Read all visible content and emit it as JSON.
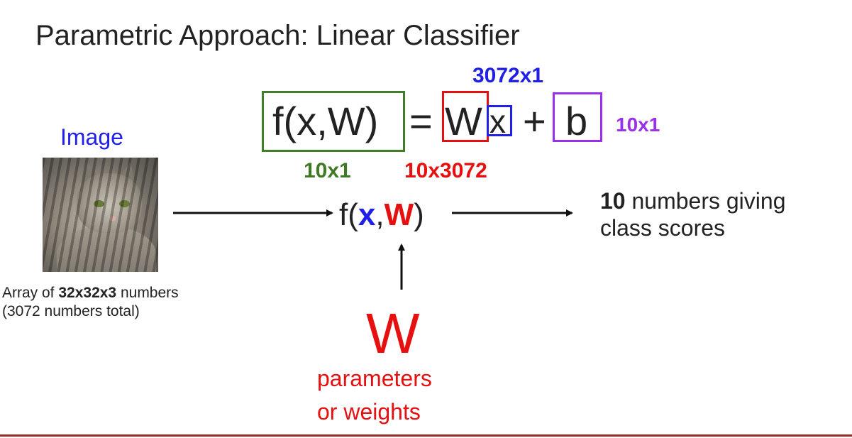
{
  "title": "Parametric Approach: Linear Classifier",
  "image_label": "Image",
  "equation": {
    "lhs": "f(x,W)",
    "equals": "=",
    "W": "W",
    "x": "x",
    "plus": "+",
    "b": "b",
    "dim_x": "3072x1",
    "dim_b": "10x1",
    "dim_f": "10x1",
    "dim_W": "10x3072"
  },
  "function": {
    "open": "f(",
    "x": "x",
    "comma": ",",
    "W": "W",
    "close": ")"
  },
  "caption": {
    "pre": "Array of ",
    "bold": "32x32x3",
    "post": " numbers",
    "line2": "(3072 numbers total)"
  },
  "output": {
    "bold": "10",
    "rest": " numbers giving",
    "line2": "class scores"
  },
  "weights": {
    "symbol": "W",
    "line1": "parameters",
    "line2": "or weights"
  },
  "colors": {
    "blue": "#1f1fe6",
    "red": "#e61010",
    "green": "#3d7a23",
    "purple": "#9a30ea",
    "box_green": "#3f7d2a",
    "rule": "#9b2c2c"
  }
}
